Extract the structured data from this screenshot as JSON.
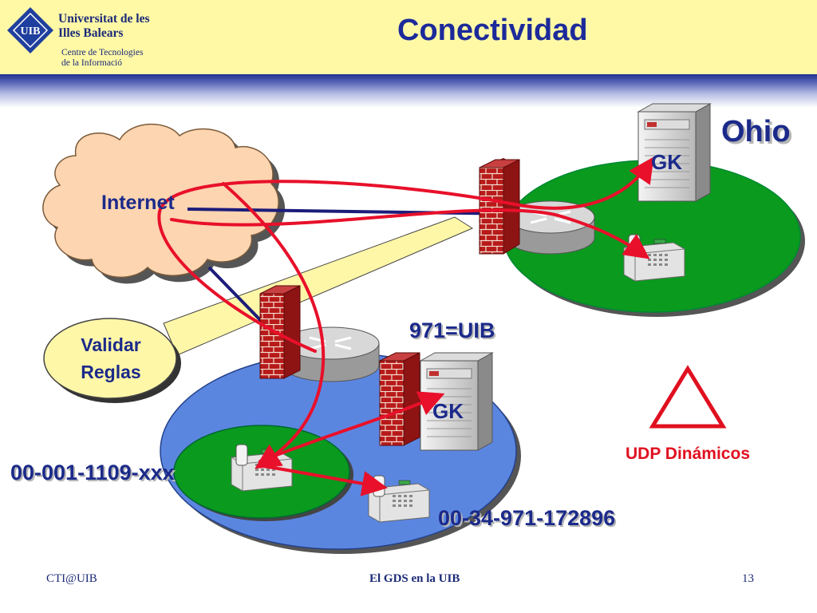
{
  "header": {
    "university_line1": "Universitat de les",
    "university_line2": "Illes Balears",
    "centre_line1": "Centre de Tecnologies",
    "centre_line2": "de la Informació",
    "logo_text": "UIB",
    "title": "Conectividad"
  },
  "diagram": {
    "cloud_label": "Internet",
    "remote_site_label": "Ohio",
    "remote_gk_label": "GK",
    "local_gk_label": "GK",
    "prefix_label": "971=UIB",
    "callout_line1": "Validar",
    "callout_line2": "Reglas",
    "warning_label": "UDP Dinámicos",
    "number_left": "00-001-1109-xxx",
    "number_right": "00-34-971-172896"
  },
  "footer": {
    "left": "CTI@UIB",
    "center": "El GDS en la UIB",
    "page": "13"
  },
  "colors": {
    "title_blue": "#1c2a9a",
    "header_yellow": "#fff9a6",
    "site_green": "#0a9a1e",
    "site_blue": "#5b86e0",
    "arrow_red": "#e8102a",
    "warning_red": "#e01020"
  }
}
